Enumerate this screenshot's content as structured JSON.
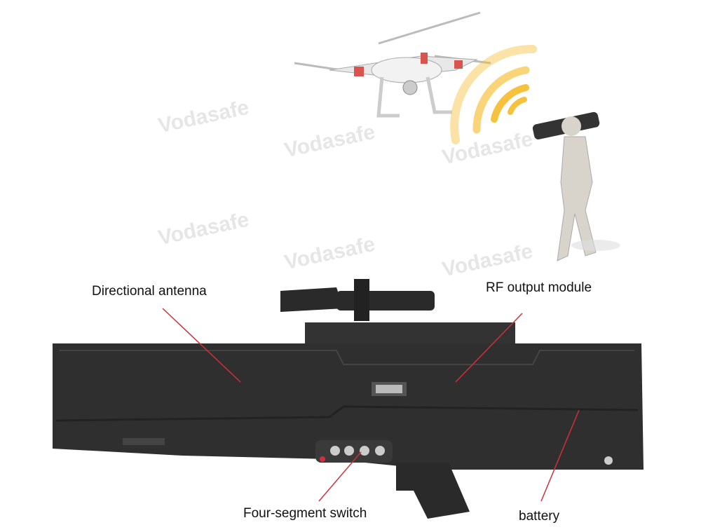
{
  "watermark": "Vodasafe",
  "labels": {
    "antenna": "Directional antenna",
    "rf_module": "RF output module",
    "switch": "Four-segment switch",
    "battery": "battery"
  },
  "colors": {
    "leader_line": "#d0303a",
    "body": "#2e2e2e",
    "signal": "#f6c23e"
  }
}
